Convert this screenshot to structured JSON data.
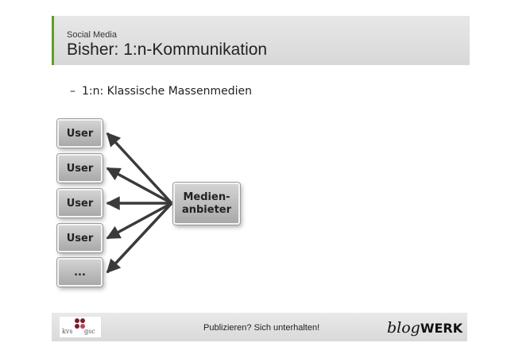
{
  "header": {
    "kicker": "Social Media",
    "title": "Bisher: 1:n-Kommunikation"
  },
  "bullet": {
    "marker": "–",
    "text": "1:n: Klassische Massenmedien"
  },
  "diagram": {
    "users": [
      "User",
      "User",
      "User",
      "User",
      "..."
    ],
    "center": "Medien-\nanbieter",
    "colors": {
      "node": "#bdbdbd",
      "arrow": "#3a3a3a"
    }
  },
  "footer": {
    "tagline": "Publizieren? Sich unterhalten!",
    "left_logo": {
      "part1": "kvs",
      "part2": "gsc"
    },
    "brand": {
      "part1": "blog",
      "part2": "WERK"
    }
  },
  "colors": {
    "accent": "#5f9f26"
  }
}
